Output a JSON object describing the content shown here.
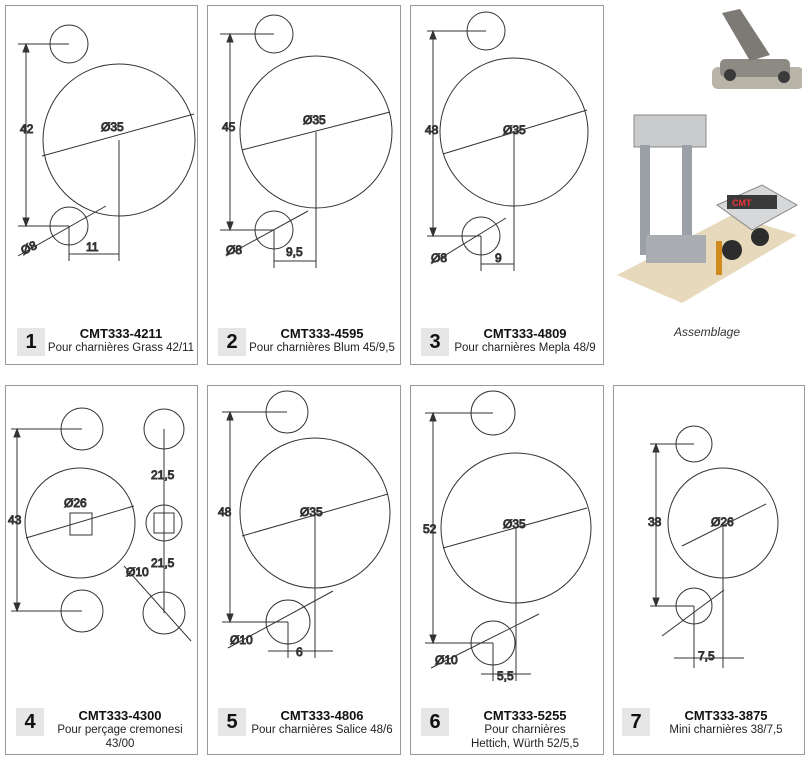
{
  "panels": [
    {
      "num": "1",
      "code": "CMT333-4211",
      "desc": "Pour charnières Grass 42/11",
      "dims": {
        "height": "42",
        "big": "Ø35",
        "small": "Ø8",
        "offset": "11"
      }
    },
    {
      "num": "2",
      "code": "CMT333-4595",
      "desc": "Pour charnières Blum 45/9,5",
      "dims": {
        "height": "45",
        "big": "Ø35",
        "small": "Ø8",
        "offset": "9,5"
      }
    },
    {
      "num": "3",
      "code": "CMT333-4809",
      "desc": "Pour charnières Mepla 48/9",
      "dims": {
        "height": "48",
        "big": "Ø35",
        "small": "Ø8",
        "offset": "9"
      }
    },
    {
      "num": "4",
      "code": "CMT333-4300",
      "desc": "Pour perçage cremonesi 43/00",
      "dims": {
        "height": "43",
        "big": "Ø26",
        "small": "Ø10",
        "upper": "21,5",
        "lower": "21,5"
      }
    },
    {
      "num": "5",
      "code": "CMT333-4806",
      "desc": "Pour charnières Salice 48/6",
      "dims": {
        "height": "48",
        "big": "Ø35",
        "small": "Ø10",
        "offset": "6"
      }
    },
    {
      "num": "6",
      "code": "CMT333-5255",
      "desc_line1": "Pour charnières",
      "desc_line2": "Hettich, Würth 52/5,5",
      "dims": {
        "height": "52",
        "big": "Ø35",
        "small": "Ø10",
        "offset": "5,5"
      }
    },
    {
      "num": "7",
      "code": "CMT333-3875",
      "desc": "Mini charnières 38/7,5",
      "dims": {
        "height": "38",
        "big": "Ø26",
        "offset": "7,5"
      }
    }
  ],
  "assemblage": "Assemblage",
  "colors": {
    "line": "#333333",
    "badge": "#e6e6e6",
    "border": "#9a9a9a"
  }
}
